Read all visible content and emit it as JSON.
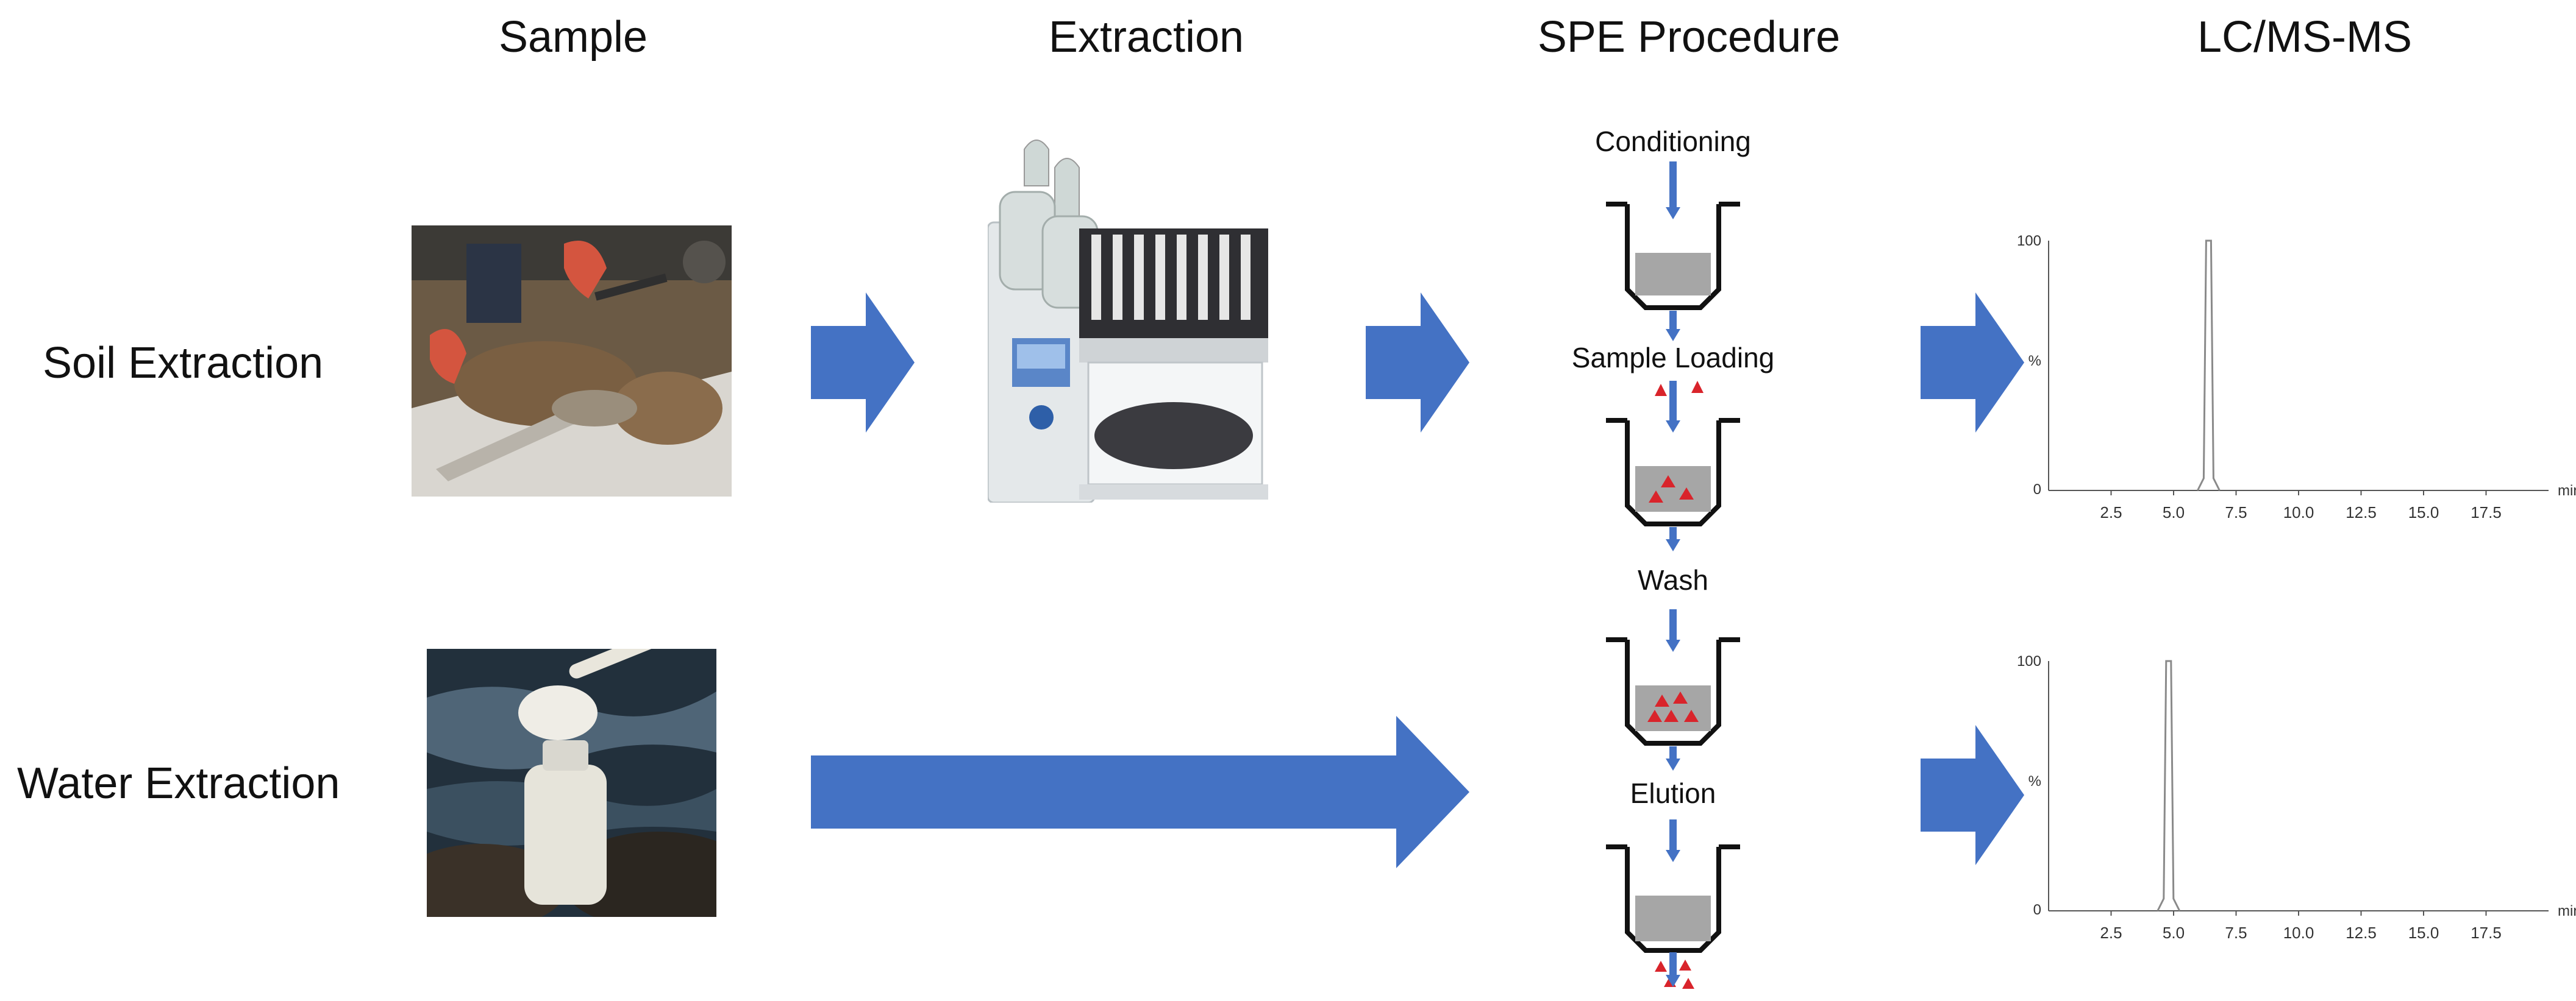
{
  "headers": {
    "sample": "Sample",
    "extraction": "Extraction",
    "spe": "SPE Procedure",
    "lcms": "LC/MS-MS"
  },
  "rows": {
    "soil": "Soil Extraction",
    "water": "Water Extraction"
  },
  "spe_steps": [
    "Conditioning",
    "Sample Loading",
    "Wash",
    "Elution"
  ],
  "chromatograms": [
    {
      "peak_x": 6.4,
      "x_ticks": [
        "2.5",
        "5.0",
        "7.5",
        "10.0",
        "12.5",
        "15.0",
        "17.5"
      ],
      "y_ticks": [
        "100",
        "%",
        "0"
      ],
      "x_unit": "min"
    },
    {
      "peak_x": 4.8,
      "x_ticks": [
        "2.5",
        "5.0",
        "7.5",
        "10.0",
        "12.5",
        "15.0",
        "17.5"
      ],
      "y_ticks": [
        "100",
        "%",
        "0"
      ],
      "x_unit": "min"
    }
  ],
  "colors": {
    "arrow": "#4472C4",
    "analyte": "#D9242B",
    "sorbent": "#A6A6A6"
  },
  "icons": {
    "soil_photo": "soil-sampling-photo",
    "water_photo": "water-sampling-photo",
    "instrument": "extraction-instrument-illustration"
  }
}
